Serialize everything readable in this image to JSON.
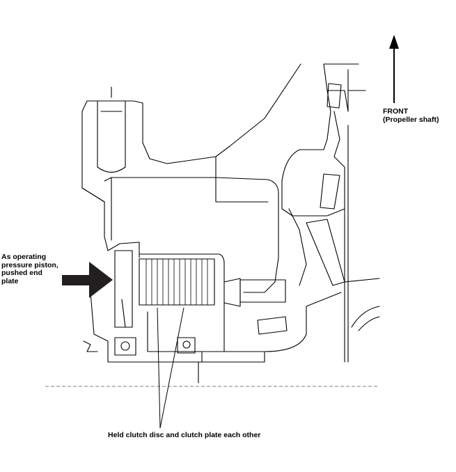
{
  "labels": {
    "front_line1": "FRONT",
    "front_line2": "(Propeller shaft)",
    "piston_line1": "As operating",
    "piston_line2": "pressure piston,",
    "piston_line3": "pushed end",
    "piston_line4": "plate",
    "clutch": "Held clutch disc and clutch plate each other"
  },
  "colors": {
    "arrow": "#231f20",
    "line": "#000000"
  }
}
